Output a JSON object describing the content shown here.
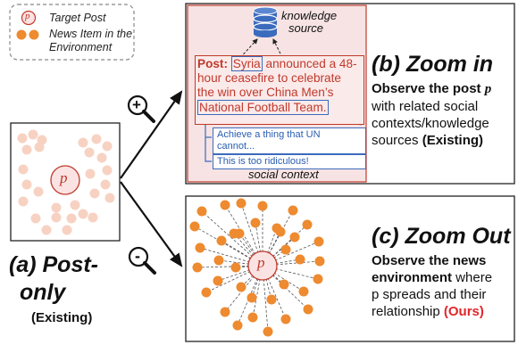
{
  "legend": {
    "target_symbol": "p",
    "target_label": "Target Post",
    "news_label_line1": "News Item in the",
    "news_label_line2": "Environment"
  },
  "panel_a": {
    "node_label": "p",
    "title_line1": "(a) Post-",
    "title_line2": "only",
    "tag": "(Existing)"
  },
  "zoom": {
    "in_symbol": "+",
    "out_symbol": "-"
  },
  "panel_b": {
    "knowledge_line1": "knowledge",
    "knowledge_line2": "source",
    "post_prefix": "Post:",
    "post_entity1": "Syria",
    "post_text1": " announced a 48-",
    "post_text2": "hour ceasefire to celebrate",
    "post_text3": "the win over China Men’s",
    "post_entity2": "National Football Team.",
    "reply1_line1": "Achieve a thing that UN",
    "reply1_line2": "cannot...",
    "reply2": "This is too ridiculous!",
    "context_label": "social context",
    "title": "(b) Zoom in",
    "desc_line1_bold": "Observe the post ",
    "desc_line1_var": "p",
    "desc_line2": "with related social",
    "desc_line3": "contexts/knowledge",
    "desc_line4_plain": "sources ",
    "desc_line4_bold": "(Existing)"
  },
  "panel_c": {
    "node_label": "p",
    "title": "(c) Zoom Out",
    "desc_line1": "Observe the news",
    "desc_line2_bold": "environment",
    "desc_line2_plain": " where",
    "desc_line3": "p spreads and their",
    "desc_line4_plain": "relationship ",
    "desc_line4_ours": "(Ours)"
  },
  "colors": {
    "accent_red": "#c0392b",
    "node_orange": "#ee8a2f",
    "node_pale": "#f7d2c2",
    "link_blue": "#3b6bbd",
    "ours_red": "#e0262b"
  }
}
